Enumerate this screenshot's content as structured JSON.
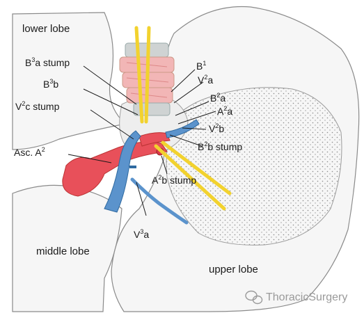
{
  "labels": {
    "lower_lobe": "lower lobe",
    "middle_lobe": "middle lobe",
    "upper_lobe": "upper lobe",
    "b3a": {
      "base": "B",
      "sup": "3",
      "rest": "a stump"
    },
    "b3b": {
      "base": "B",
      "sup": "3",
      "rest": "b"
    },
    "v2c": {
      "base": "V",
      "sup": "2",
      "rest": "c stump"
    },
    "asc_a2": {
      "base": "Asc. A",
      "sup": "2",
      "rest": ""
    },
    "b1": {
      "base": "B",
      "sup": "1",
      "rest": ""
    },
    "v2a": {
      "base": "V",
      "sup": "2",
      "rest": "a"
    },
    "b2a": {
      "base": "B",
      "sup": "2",
      "rest": "a"
    },
    "a2a": {
      "base": "A",
      "sup": "2",
      "rest": "a"
    },
    "v2b": {
      "base": "V",
      "sup": "2",
      "rest": "b"
    },
    "b2b": {
      "base": "B",
      "sup": "2",
      "rest": "b stump"
    },
    "a2b": {
      "base": "A",
      "sup": "2",
      "rest": "b stump"
    },
    "v3a": {
      "base": "V",
      "sup": "3",
      "rest": "a"
    }
  },
  "watermark": "ThoracicSurgery",
  "colors": {
    "artery": "#e8505a",
    "vein": "#5b93cc",
    "bronchus": "#f2b6b6",
    "yellow": "#f2d22e",
    "lung_outline": "#888888"
  }
}
